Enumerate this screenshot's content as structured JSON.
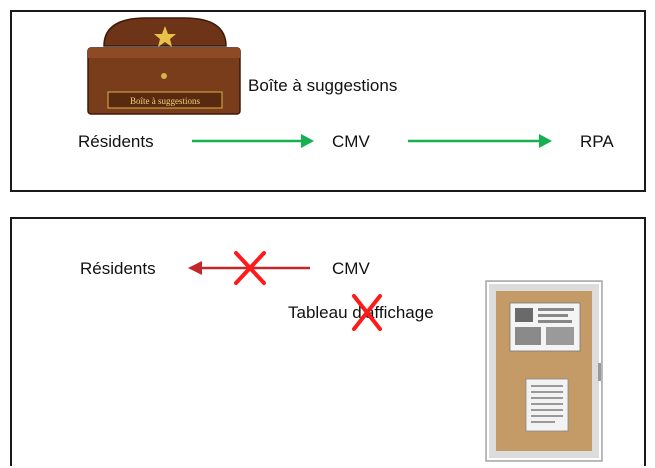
{
  "top_panel": {
    "suggestion_box_label": "Boîte à suggestions",
    "box_plate_text": "Boîte à suggestions",
    "flow": [
      "Résidents",
      "CMV",
      "RPA"
    ]
  },
  "bottom_panel": {
    "left_label": "Résidents",
    "right_label": "CMV",
    "board_label": "Tableau d'affichage"
  },
  "colors": {
    "arrow_green": "#16b050",
    "arrow_red": "#c0282a",
    "cross_red": "#ff1a1a",
    "box_wood": "#7a3d1c",
    "board_cork": "#c49a67",
    "board_frame": "#d8d8d8"
  }
}
